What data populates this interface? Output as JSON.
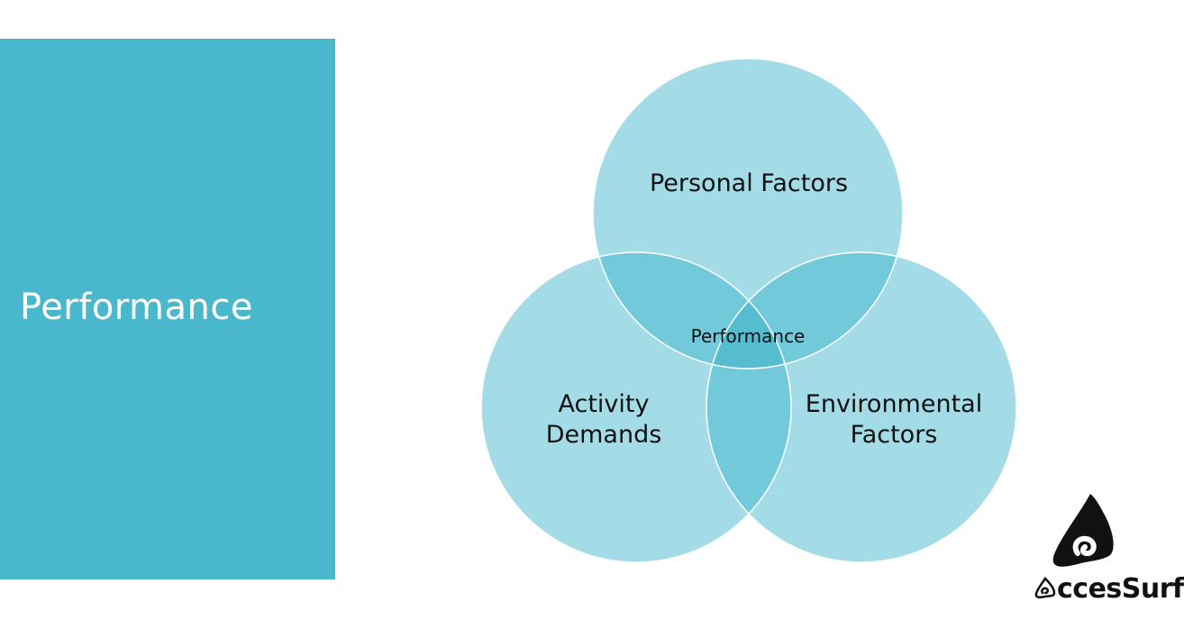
{
  "slide": {
    "title": "Performance"
  },
  "diagram": {
    "circles": [
      {
        "id": "personal",
        "label_lines": [
          "Personal Factors"
        ]
      },
      {
        "id": "activity",
        "label_lines": [
          "Activity",
          "Demands"
        ]
      },
      {
        "id": "environmental",
        "label_lines": [
          "Environmental",
          "Factors"
        ]
      }
    ],
    "center_label": "Performance",
    "colors": {
      "circle_fill": "#a3dce6",
      "overlap_fill": "#71c9da",
      "center_fill": "#56bccf",
      "panel": "#4ab8cc"
    }
  },
  "logo": {
    "text": "AccesSurf",
    "text_suffix": "ccesSurf"
  }
}
